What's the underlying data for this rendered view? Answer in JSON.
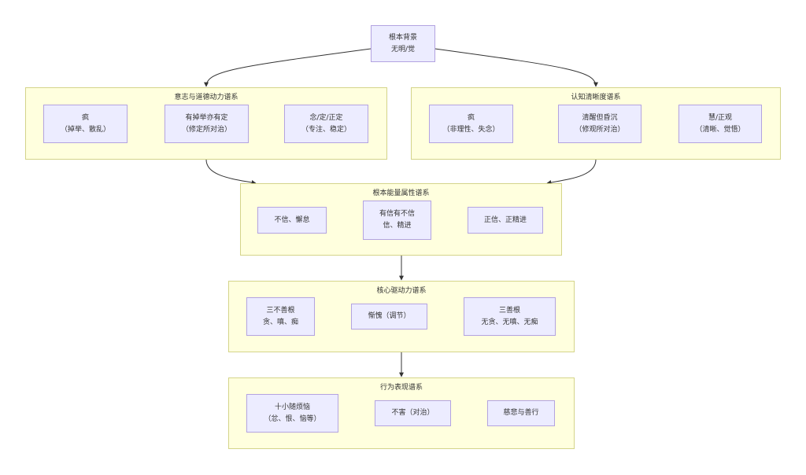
{
  "colors": {
    "node_fill": "#ececff",
    "node_border": "#b3a3e0",
    "cluster_fill": "#ffffde",
    "cluster_border": "#d4d48a",
    "edge": "#333333"
  },
  "root": {
    "line1": "根本背景",
    "line2": "无明/觉"
  },
  "clusters": {
    "will": {
      "title": "意志与道德动力谱系",
      "nodes": [
        {
          "line1": "疯",
          "line2": "（掉举、散乱）"
        },
        {
          "line1": "有掉举亦有定",
          "line2": "（修定所对治）"
        },
        {
          "line1": "念/定/正定",
          "line2": "（专注、稳定）"
        }
      ]
    },
    "cognition": {
      "title": "认知清晰度谱系",
      "nodes": [
        {
          "line1": "疯",
          "line2": "（非理性、失念）"
        },
        {
          "line1": "清醒但昏沉",
          "line2": "（修观所对治）"
        },
        {
          "line1": "慧/正观",
          "line2": "（清晰、觉悟）"
        }
      ]
    },
    "energy": {
      "title": "根本能量属性谱系",
      "nodes": [
        {
          "line1": "不信、懈怠"
        },
        {
          "line1": "有信有不信",
          "line2": "信、精进"
        },
        {
          "line1": "正信、正精进"
        }
      ]
    },
    "core": {
      "title": "核心驱动力谱系",
      "nodes": [
        {
          "line1": "三不善根",
          "line2": "贪、嗔、痴"
        },
        {
          "line1": "惭愧（调节）"
        },
        {
          "line1": "三善根",
          "line2": "无贪、无嗔、无痴"
        }
      ]
    },
    "behavior": {
      "title": "行为表现谱系",
      "nodes": [
        {
          "line1": "十小随烦恼",
          "line2": "（忿、恨、恼等）"
        },
        {
          "line1": "不害（对治）"
        },
        {
          "line1": "慈悲与善行"
        }
      ]
    }
  }
}
